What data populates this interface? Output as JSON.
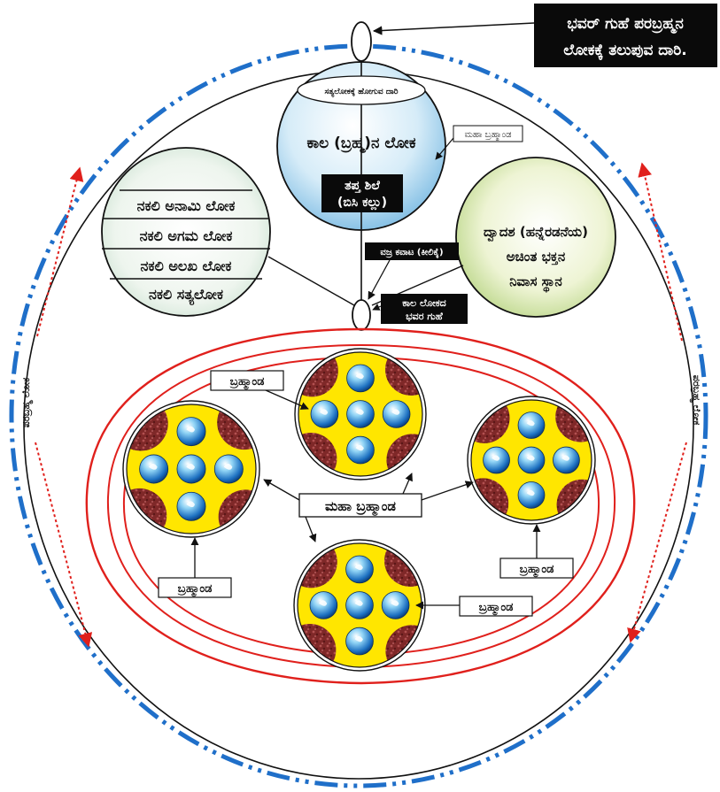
{
  "labels": {
    "top_box_line1": "ಭವರ್ ಗುಹೆ ಪರಬ್ರಹ್ಮನ",
    "top_box_line2": "ಲೋಕಕ್ಕೆ ತಲುಪುವ ದಾರಿ.",
    "kaal_inner": "ಸತ್ಯಲೋಕಕ್ಕೆ ಹೋಗುವ ದಾರಿ",
    "kaal_main": "ಕಾಲ (ಬ್ರಹ್ಮ)ನ ಲೋಕ",
    "maha_brahmanda_tag": "ಮಹಾ ಬ್ರಹ್ಮಾಂಡ",
    "tapta_line1": "ತಪ್ತ ಶಿಲೆ",
    "tapta_line2": "(ಬಿಸಿ ಕಲ್ಲು)",
    "vajra": "ವಜ್ರ ಕವಾಟ (ಕೀಲಿಕೈ)",
    "kaal_cave_line1": "ಕಾಲ ಲೋಕದ",
    "kaal_cave_line2": "ಭವರ ಗುಹೆ",
    "fake_1": "ನಕಲಿ ಅನಾಮಿ ಲೋಕ",
    "fake_2": "ನಕಲಿ ಅಗಮ ಲೋಕ",
    "fake_3": "ನಕಲಿ ಅಲಖ ಲೋಕ",
    "fake_4": "ನಕಲಿ ಸತ್ಯಲೋಕ",
    "dwadash_line1": "ದ್ವಾದಶ (ಹನ್ನೆರಡನೆಯ)",
    "dwadash_line2": "ಅಚಿಂತ ಭಕ್ತನ",
    "dwadash_line3": "ನಿವಾಸ ಸ್ಥಾನ",
    "brahmanda_1": "ಬ್ರಹ್ಮಾಂಡ",
    "brahmanda_2": "ಬ್ರಹ್ಮಾಂಡ",
    "brahmanda_3": "ಬ್ರಹ್ಮಾಂಡ",
    "brahmanda_4": "ಬ್ರಹ್ಮಾಂಡ",
    "maha_center": "ಮಹಾ ಬ್ರಹ್ಮಾಂಡ",
    "side_left": "ಪರಬ್ರಹ್ಮ ಲೋಕ",
    "side_right": "ಪರಬ್ರಹ್ಮ ಲೋಕ"
  },
  "colors": {
    "blue_dash": "#1f6fc9",
    "red_line": "#e0201c",
    "yellow": "#ffe600",
    "kaal_light": "#e6f3fb",
    "kaal_dark": "#7cbde6",
    "dwadash_light": "#f4f8e2",
    "dwadash_dark": "#b2d17a",
    "fake_light": "#f4f8f1",
    "fake_dark": "#bcd9c4",
    "rock": "#8a2f2f"
  }
}
